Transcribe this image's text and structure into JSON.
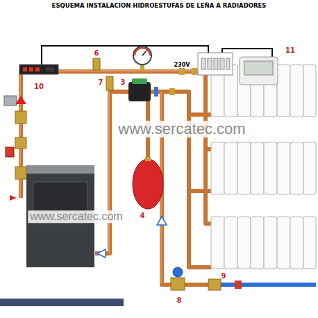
{
  "diagram": {
    "title": "ESQUEMA INSTALACION HIDROESTUFAS DE LEÑA A RADIADORES",
    "labels": [
      "6",
      "230V",
      "11",
      "10",
      "7",
      "3",
      "www.sercatec.com",
      "4",
      "www.sercatec.com",
      "9",
      "8"
    ]
  }
}
